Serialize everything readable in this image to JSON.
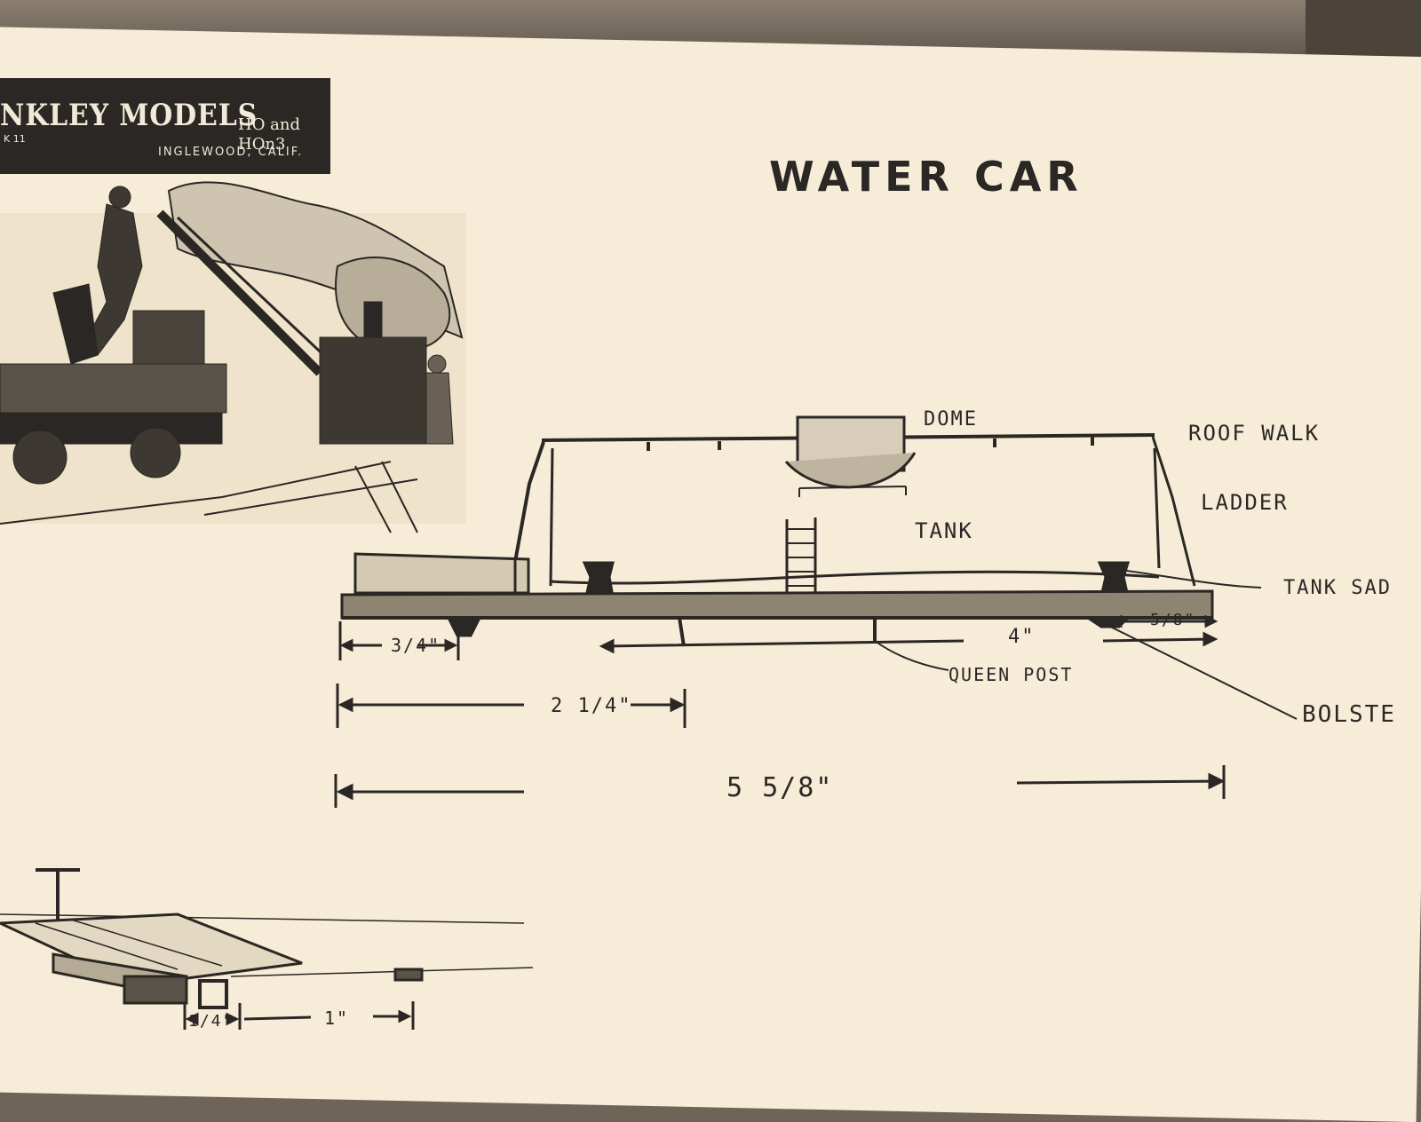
{
  "header": {
    "brand": "NKLEY MODELS",
    "scale_line1": "HO and",
    "scale_line2": "HOn3",
    "sub": "K 11",
    "city": "INGLEWOOD, CALIF."
  },
  "title": "WATER CAR",
  "labels": {
    "dome": "DOME",
    "roof_walk": "ROOF WALK",
    "ladder": "LADDER",
    "tank": "TANK",
    "tank_saddle": "TANK SAD",
    "queen_post": "QUEEN POST",
    "bolster": "BOLSTE"
  },
  "dimensions": {
    "d1": "3/4\"",
    "d2": "4\"",
    "d3": "5/8\"",
    "d4": "2 1/4\"",
    "d5": "5 5/8\"",
    "d6": "1/4\"",
    "d7": "1\""
  },
  "colors": {
    "ink": "#2a2724",
    "paper": "#f6ecd8"
  }
}
